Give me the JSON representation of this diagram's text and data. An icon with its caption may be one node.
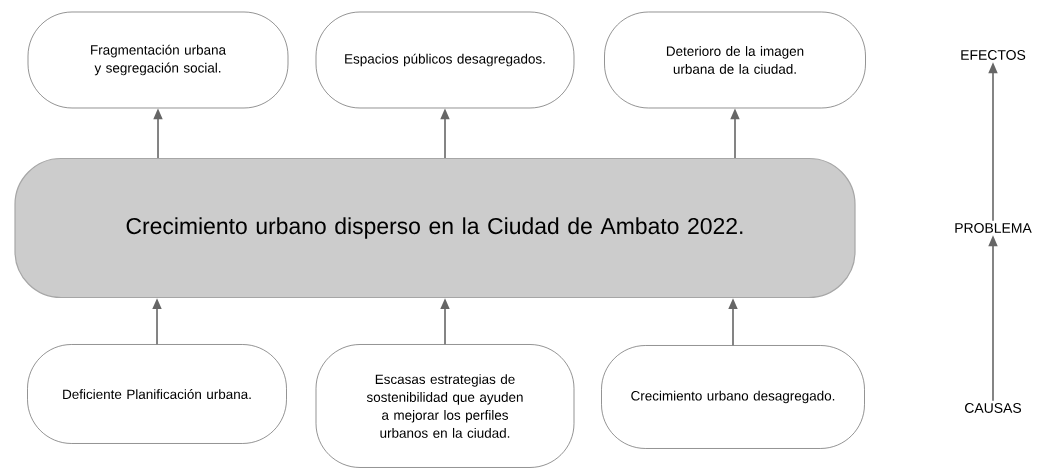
{
  "diagram": {
    "nodes": [
      {
        "text": [
          "Fragmentación urbana y segregación social."
        ]
      },
      {
        "text": [
          "Espacios públicos desagregados."
        ]
      },
      {
        "text": [
          "Deterioro de la imagen urbana de la ciudad."
        ]
      },
      {
        "text": [
          "Crecimiento urbano disperso en la Ciudad de Ambato 2022."
        ]
      },
      {
        "text": [
          "Deficiente Planificación urbana."
        ]
      },
      {
        "text": [
          "Escasas estrategias de sostenibilidad que ayuden a mejorar los perfiles urbanos en la ciudad."
        ]
      },
      {
        "text": [
          "Crecimiento urbano desagregado."
        ]
      },
      {
        "text": [
          "EFECTOS"
        ]
      },
      {
        "text": [
          "PROBLEMA"
        ]
      },
      {
        "text": [
          "CAUSAS"
        ]
      }
    ],
    "edges": [
      {
        "from": 3,
        "to": 0,
        "arrow": "to"
      },
      {
        "from": 3,
        "to": 1,
        "arrow": "to"
      },
      {
        "from": 3,
        "to": 2,
        "arrow": "to"
      },
      {
        "from": 4,
        "to": 3,
        "arrow": "to"
      },
      {
        "from": 5,
        "to": 3,
        "arrow": "to"
      },
      {
        "from": 6,
        "to": 3,
        "arrow": "to"
      },
      {
        "from": 9,
        "to": 8,
        "arrow": "to"
      },
      {
        "from": 8,
        "to": 7,
        "arrow": "to"
      }
    ]
  }
}
